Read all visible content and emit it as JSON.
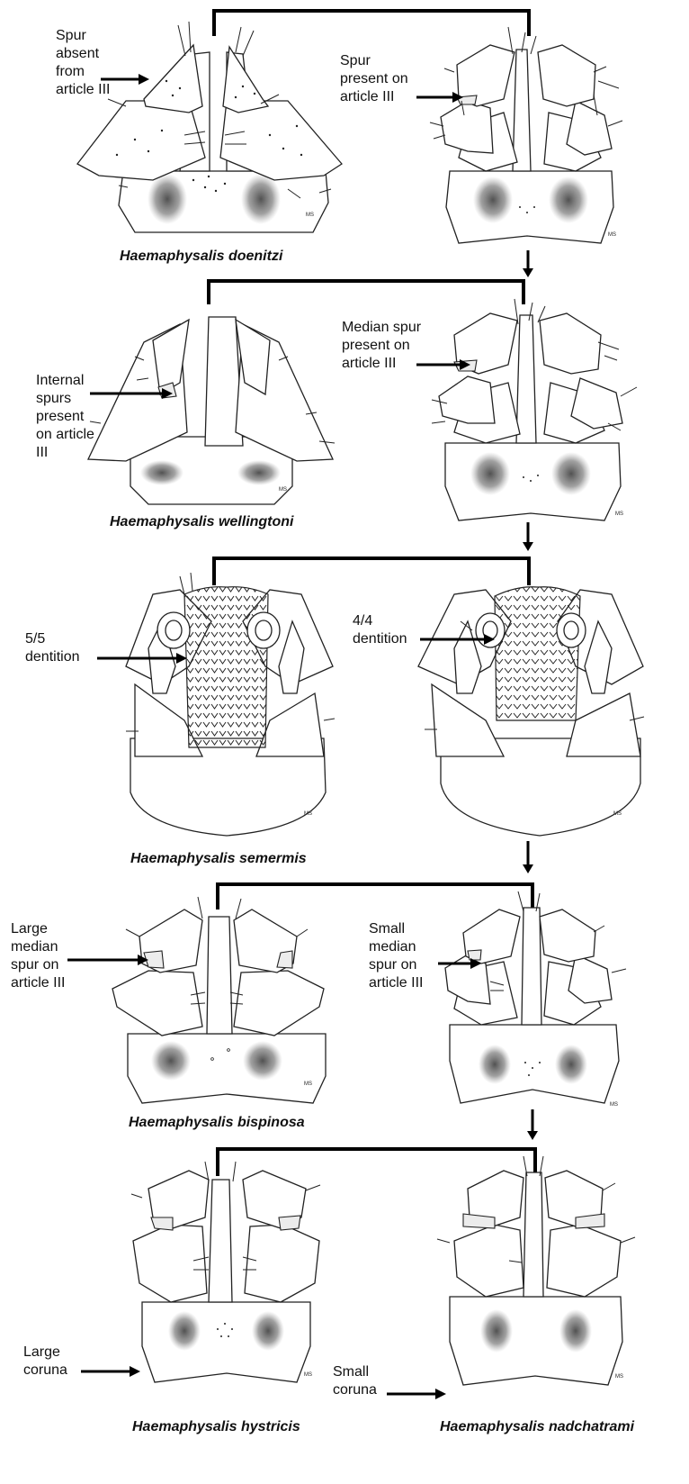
{
  "specimens": {
    "doenitzi": "Haemaphysalis doenitzi",
    "wellingtoni": "Haemaphysalis wellingtoni",
    "semermis": "Haemaphysalis semermis",
    "bispinosa": "Haemaphysalis bispinosa",
    "hystricis": "Haemaphysalis hystricis",
    "nadchatrami": "Haemaphysalis nadchatrami"
  },
  "annotations": {
    "spur_absent": "Spur\nabsent\nfrom\narticle III",
    "spur_present": "Spur\npresent on\narticle III",
    "internal_spurs": "Internal\nspurs\npresent\non article\nIII",
    "median_spur": "Median spur\npresent on\narticle III",
    "dentition_55": "5/5\ndentition",
    "dentition_44": "4/4\ndentition",
    "large_median_spur": "Large\nmedian\nspur on\narticle III",
    "small_median_spur": "Small\nmedian\nspur on\narticle III",
    "large_coruna": "Large\ncoruna",
    "small_coruna": "Small\ncoruna"
  },
  "colors": {
    "line": "#222222",
    "stipple": "#555555",
    "fill_light": "#ececec"
  }
}
